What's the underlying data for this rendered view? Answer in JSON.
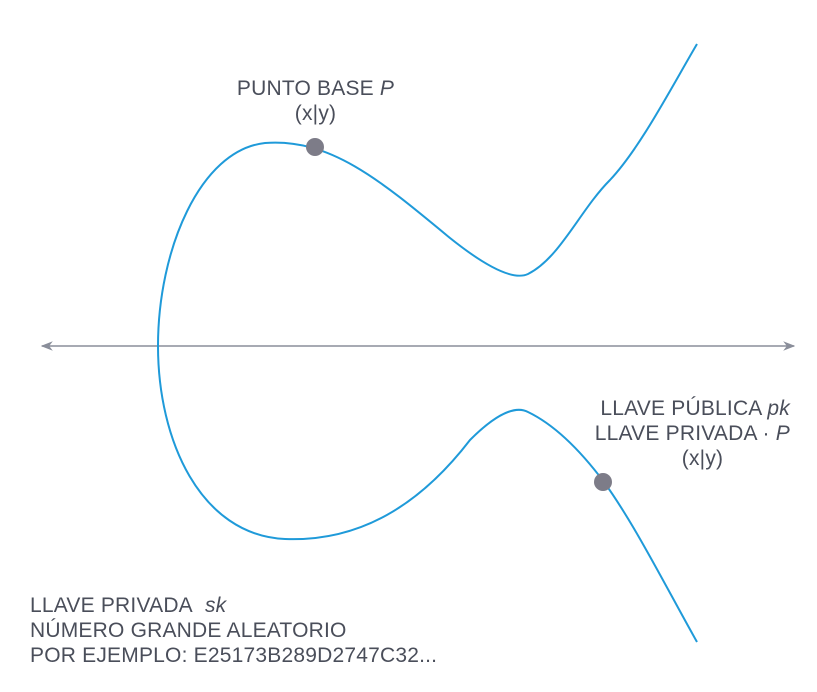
{
  "colors": {
    "curve": "#1f9ad9",
    "axis": "#8a8e9a",
    "point": "#7d7c88",
    "text": "#4a4e5a"
  },
  "base_point": {
    "title": "PUNTO BASE",
    "symbol": "P",
    "coords": "(x|y)"
  },
  "public_key": {
    "title": "LLAVE PÚBLICA",
    "symbol": "pk",
    "formula_text": "LLAVE PRIVADA ·",
    "formula_symbol": "P",
    "coords": "(x|y)"
  },
  "private_key": {
    "title": "LLAVE PRIVADA",
    "symbol": "sk",
    "line2": "NÚMERO GRANDE ALEATORIO",
    "line3": "POR EJEMPLO: E25173B289D2747C32..."
  }
}
